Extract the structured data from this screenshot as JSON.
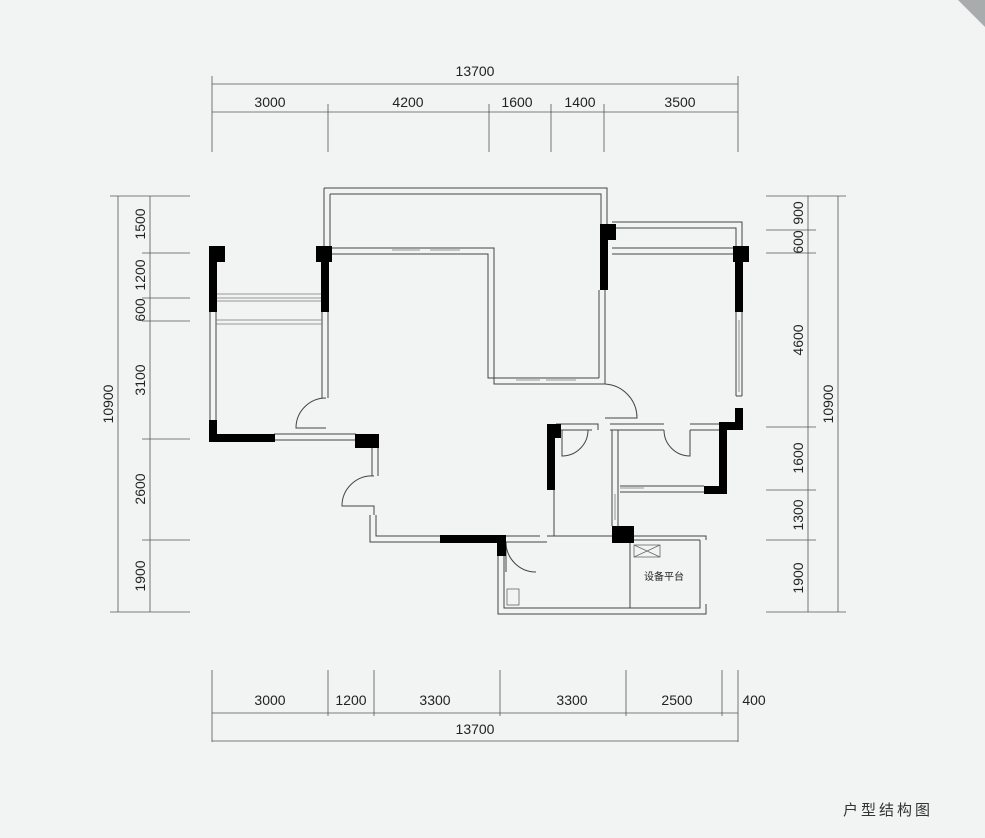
{
  "caption": "户型结构图",
  "platform_label": "设备平台",
  "dims": {
    "top_total": "13700",
    "top": [
      "3000",
      "4200",
      "1600",
      "1400",
      "3500"
    ],
    "bottom": [
      "3000",
      "1200",
      "3300",
      "3300",
      "2500",
      "400"
    ],
    "bottom_total": "13700",
    "left": [
      "1500",
      "1200",
      "600",
      "3100",
      "2600",
      "1900"
    ],
    "left_total": "10900",
    "right": [
      "900",
      "600",
      "4600",
      "1600",
      "1300",
      "1900"
    ],
    "right_total": "10900"
  },
  "colors": {
    "background": "#f2f4f3",
    "wall": "#000000",
    "line": "#444444",
    "corner": "#a9acac"
  }
}
